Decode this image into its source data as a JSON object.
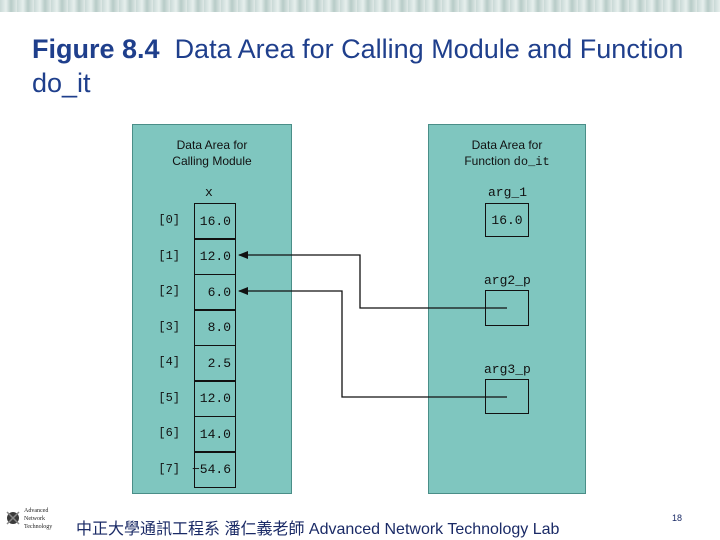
{
  "slide": {
    "title_number": "Figure 8.4",
    "title_text": "Data Area for Calling Module and Function do_it"
  },
  "left_panel": {
    "heading_line1": "Data Area for",
    "heading_line2": "Calling Module",
    "array_name": "x",
    "indices": [
      "[0]",
      "[1]",
      "[2]",
      "[3]",
      "[4]",
      "[5]",
      "[6]",
      "[7]"
    ],
    "values": [
      "16.0",
      "12.0",
      "6.0",
      "8.0",
      "2.5",
      "12.0",
      "14.0",
      "−54.6"
    ]
  },
  "right_panel": {
    "heading_line1": "Data Area for",
    "heading_line2_prefix": "Function ",
    "heading_line2_name": "do_it",
    "arg1_label": "arg_1",
    "arg1_value": "16.0",
    "arg2_label": "arg2_p",
    "arg3_label": "arg3_p"
  },
  "footer": {
    "logo_line1": "Advanced",
    "logo_line2": "Network",
    "logo_line3": "Technology",
    "text": "中正大學通訊工程系 潘仁義老師   Advanced Network Technology Lab",
    "page_number": "18"
  },
  "colors": {
    "panel": "#7fc6bf",
    "title": "#1f3f8c"
  }
}
